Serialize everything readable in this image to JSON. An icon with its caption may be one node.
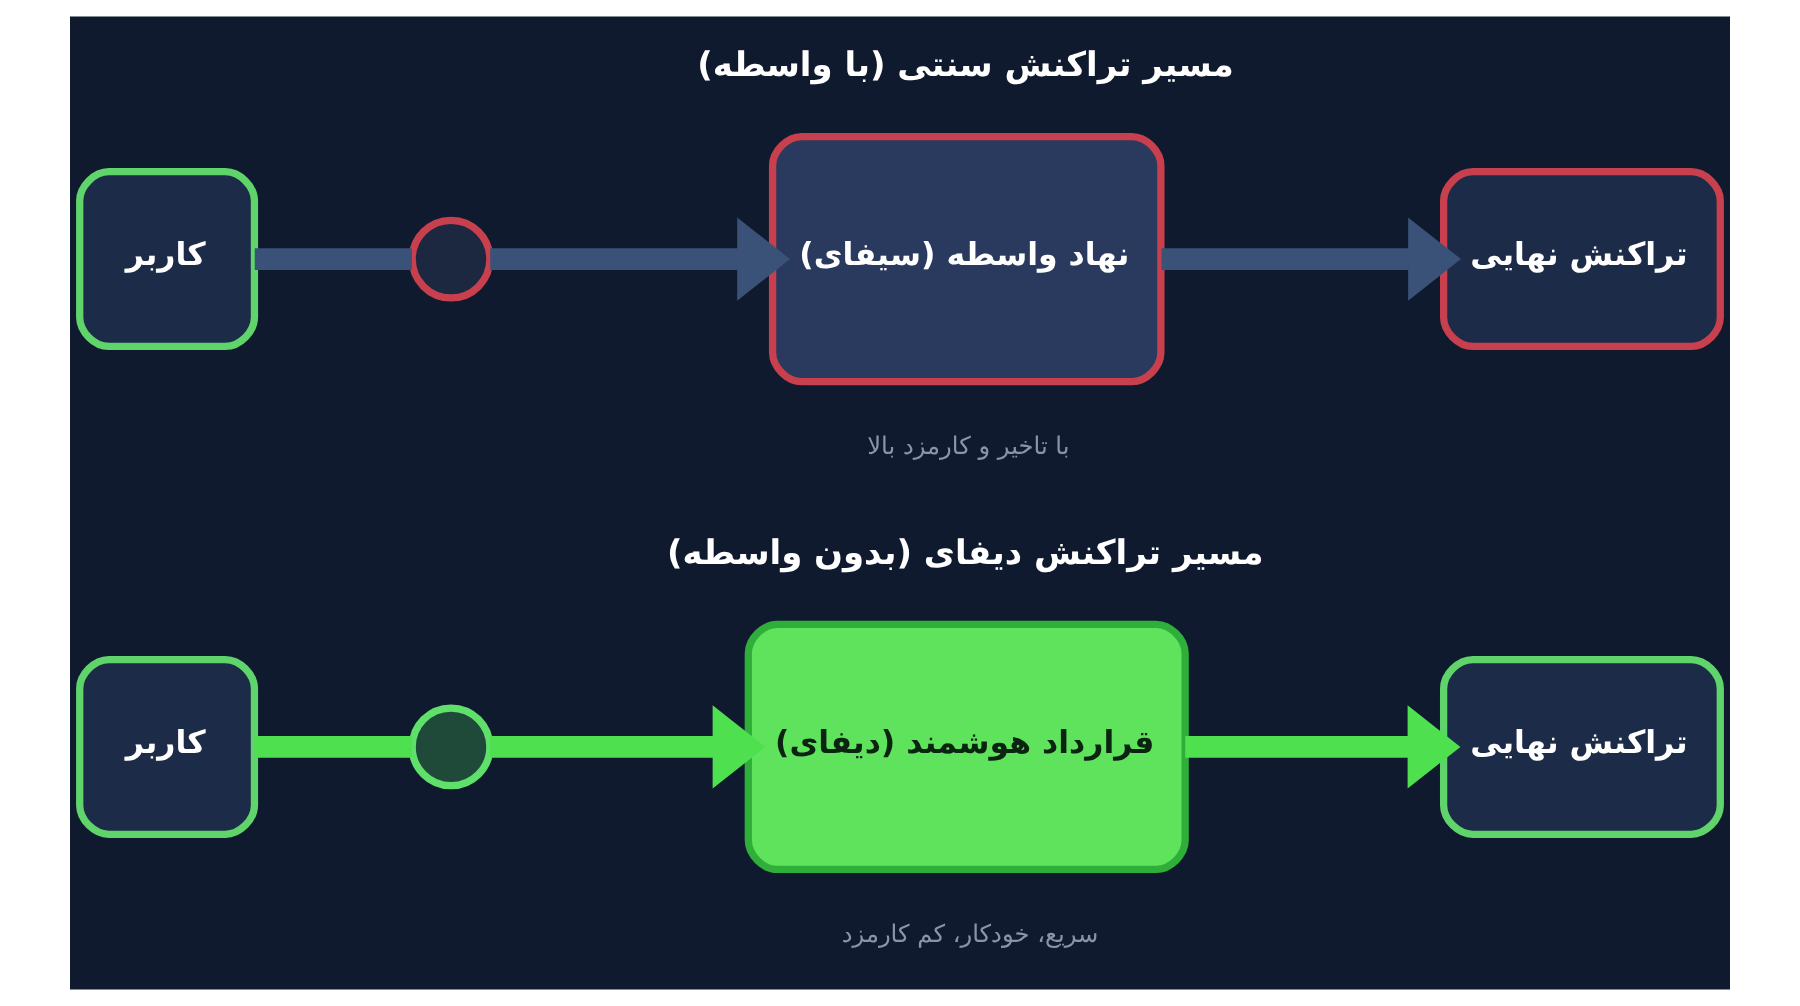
{
  "diagram": {
    "nodes": [
      {
        "text": [
          "کاربر"
        ]
      },
      {
        "text": [],
        "shape": "circle"
      },
      {
        "text": [
          "نهاد واسطه (سیفای)"
        ],
        "beside": [
          "با تاخیر و کارمزد بالا"
        ]
      },
      {
        "text": [
          "تراکنش نهایی"
        ]
      },
      {
        "text": [
          "کاربر"
        ]
      },
      {
        "text": [],
        "shape": "circle"
      },
      {
        "text": [
          "قرارداد هوشمند (دیفای)"
        ],
        "beside": [
          "سریع، خودکار، کم کارمزد"
        ]
      },
      {
        "text": [
          "تراکنش نهایی"
        ]
      }
    ],
    "edges": [
      {
        "from": 0,
        "to": 1,
        "arrow": "none",
        "color": "#3a5278"
      },
      {
        "from": 1,
        "to": 2,
        "arrow": "to",
        "color": "#3a5278"
      },
      {
        "from": 2,
        "to": 3,
        "arrow": "to",
        "color": "#3a5278"
      },
      {
        "from": 4,
        "to": 5,
        "arrow": "none",
        "color": "#4fe04f"
      },
      {
        "from": 5,
        "to": 6,
        "arrow": "to",
        "color": "#4fe04f"
      },
      {
        "from": 6,
        "to": 7,
        "arrow": "to",
        "color": "#4fe04f"
      }
    ],
    "labels": [
      "مسیر تراکنش سنتی (با واسطه)",
      "مسیر تراکنش دیفای (بدون واسطه)"
    ]
  }
}
